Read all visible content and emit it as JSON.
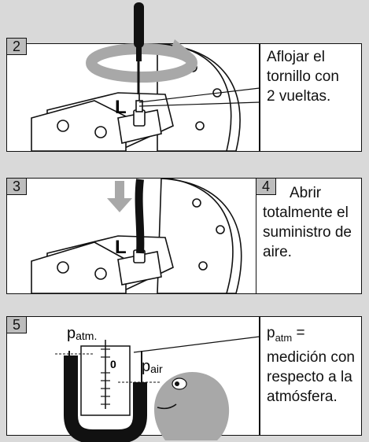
{
  "steps": [
    {
      "number": "2",
      "note": [
        "Aflojar el",
        "tornillo con",
        "2 vueltas."
      ],
      "label_l": "L"
    },
    {
      "number": "3",
      "label_l": "L"
    },
    {
      "number": "4",
      "note": [
        "Abrir",
        "totalmente el",
        "suministro de",
        "aire."
      ]
    },
    {
      "number": "5",
      "gauge_labels": {
        "p_atm": "p",
        "p_atm_sub": "atm.",
        "p_air": "p",
        "p_air_sub": "air",
        "zero": "0"
      }
    }
  ],
  "note5": {
    "p": "p",
    "sub": "atm",
    "rest": " =",
    "lines": [
      "medición con",
      "respecto a la",
      "atmósfera."
    ]
  }
}
